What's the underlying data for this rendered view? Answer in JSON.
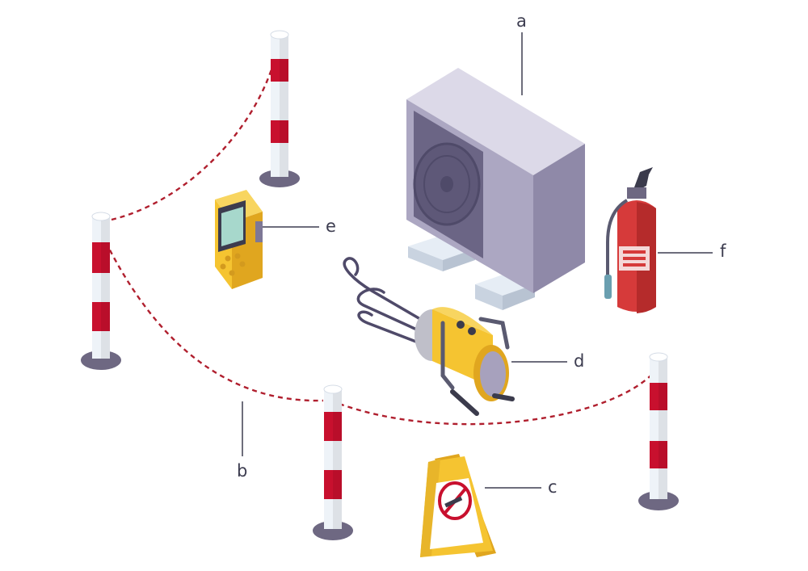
{
  "labels": {
    "a": "a",
    "b": "b",
    "c": "c",
    "d": "d",
    "e": "e",
    "f": "f"
  },
  "items": {
    "a": "outdoor-heat-pump-unit",
    "b": "barrier-posts-with-chain",
    "c": "no-smoking-floor-sign",
    "d": "portable-electric-heater",
    "e": "gas-detector",
    "f": "fire-extinguisher"
  },
  "colors": {
    "post_red": "#c8102e",
    "post_white": "#eef3f8",
    "post_base": "#6e6882",
    "chain": "#b01f2e",
    "unit_front": "#aca7c2",
    "unit_side": "#8f89a8",
    "unit_top": "#dcd9e8",
    "yellow": "#f5c431",
    "yellow_dark": "#e0a61f",
    "extinguisher": "#d63a3a",
    "leader": "#3d3d50"
  }
}
